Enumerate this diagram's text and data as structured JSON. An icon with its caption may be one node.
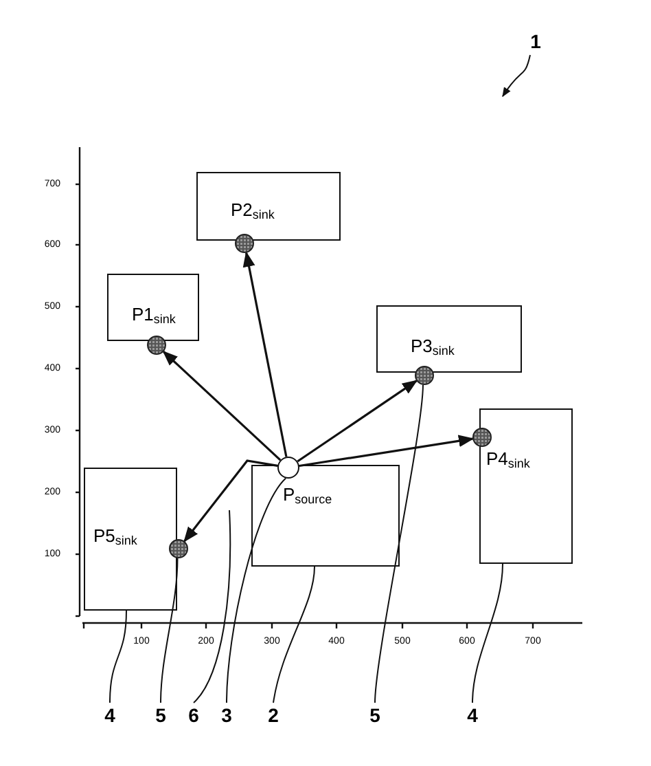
{
  "diagram": {
    "nodes": [
      {
        "text": [
          "P2$_{sink}$"
        ]
      },
      {
        "text": [],
        "shape": "circle"
      },
      {
        "text": [
          "P1$_{sink}$"
        ]
      },
      {
        "text": [],
        "shape": "circle"
      },
      {
        "text": [
          "P3$_{sink}$"
        ]
      },
      {
        "text": [],
        "shape": "circle"
      },
      {
        "text": [
          "P4$_{sink}$"
        ]
      },
      {
        "text": [],
        "shape": "circle"
      },
      {
        "text": [
          "P5$_{sink}$"
        ]
      },
      {
        "text": [],
        "shape": "circle"
      },
      {
        "text": [
          "P$_{source}$"
        ]
      },
      {
        "text": [],
        "shape": "circle"
      },
      {
        "text": [
          "4"
        ]
      },
      {
        "text": [
          "5"
        ]
      },
      {
        "text": [
          "6"
        ]
      },
      {
        "text": [
          "3"
        ]
      },
      {
        "text": [
          "2"
        ]
      },
      {
        "text": [
          "5"
        ]
      },
      {
        "text": [
          "4"
        ]
      },
      {
        "text": [
          "1"
        ]
      }
    ],
    "edges": [
      {
        "from": 11,
        "to": 3,
        "arrow": "to"
      },
      {
        "from": 11,
        "to": 1,
        "arrow": "to"
      },
      {
        "from": 11,
        "to": 5,
        "arrow": "to"
      },
      {
        "from": 11,
        "to": 7,
        "arrow": "to"
      },
      {
        "from": 11,
        "to": 9,
        "arrow": "to"
      },
      {
        "from": 12,
        "to": 8,
        "arrow": "none"
      },
      {
        "from": 13,
        "to": 9,
        "arrow": "none"
      },
      {
        "from": 14,
        "to": null,
        "arrow": "none"
      },
      {
        "from": 15,
        "to": 11,
        "arrow": "none"
      },
      {
        "from": 16,
        "to": 10,
        "arrow": "none"
      },
      {
        "from": 17,
        "to": 5,
        "arrow": "none"
      },
      {
        "from": 18,
        "to": 6,
        "arrow": "none"
      },
      {
        "from": 19,
        "to": null,
        "arrow": "to"
      }
    ],
    "labels": [
      "700",
      "600",
      "500",
      "400",
      "300",
      "200",
      "100",
      "100",
      "200",
      "300",
      "400",
      "500",
      "600",
      "700"
    ]
  }
}
